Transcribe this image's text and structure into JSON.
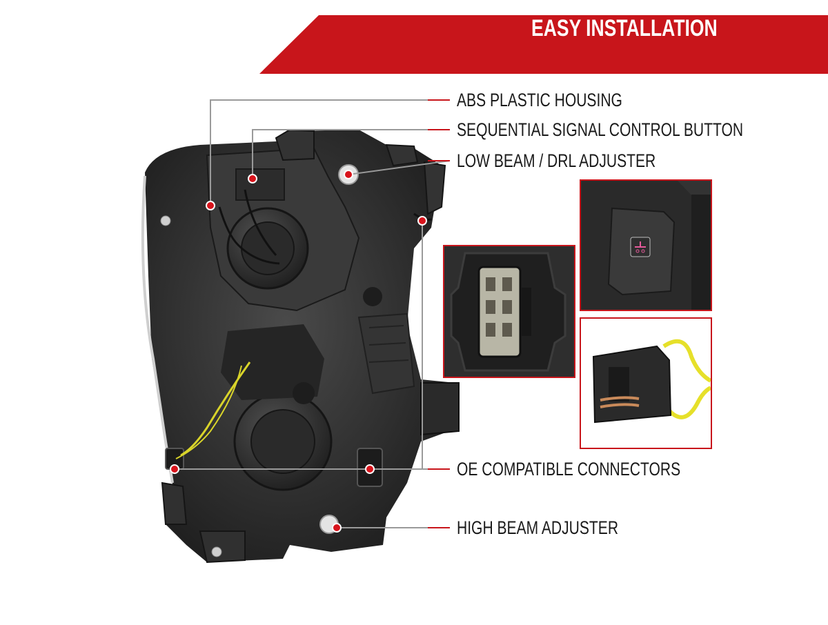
{
  "banner": {
    "title": "EASY INSTALLATION"
  },
  "callouts": [
    {
      "label": "ABS PLASTIC HOUSING"
    },
    {
      "label": "SEQUENTIAL SIGNAL CONTROL BUTTON"
    },
    {
      "label": "LOW BEAM / DRL ADJUSTER"
    },
    {
      "label": "OE COMPATIBLE CONNECTORS"
    },
    {
      "label": "HIGH BEAM ADJUSTER"
    }
  ],
  "colors": {
    "accent": "#c8151b",
    "line": "#9a9a9a",
    "wire": "#d9d42a",
    "housing": "#2e2e2e"
  }
}
